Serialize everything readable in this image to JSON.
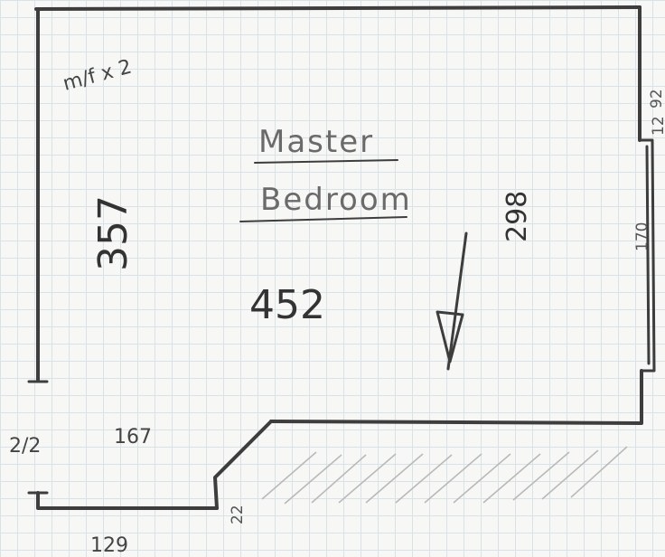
{
  "room": {
    "title_line1": "Master",
    "title_line2": "Bedroom",
    "area": "452",
    "note": "m/f x 2"
  },
  "dimensions": {
    "left_height": "357",
    "right_inner": "298",
    "window": "170",
    "top_right_a": "92",
    "top_right_b": "12",
    "step_side": "2/2",
    "step_top": "167",
    "bottom": "129",
    "angle_small": "22"
  },
  "colors": {
    "ink": "#3d3d3d",
    "grid": "#d9e2e6",
    "paper": "#f7f8f6"
  }
}
